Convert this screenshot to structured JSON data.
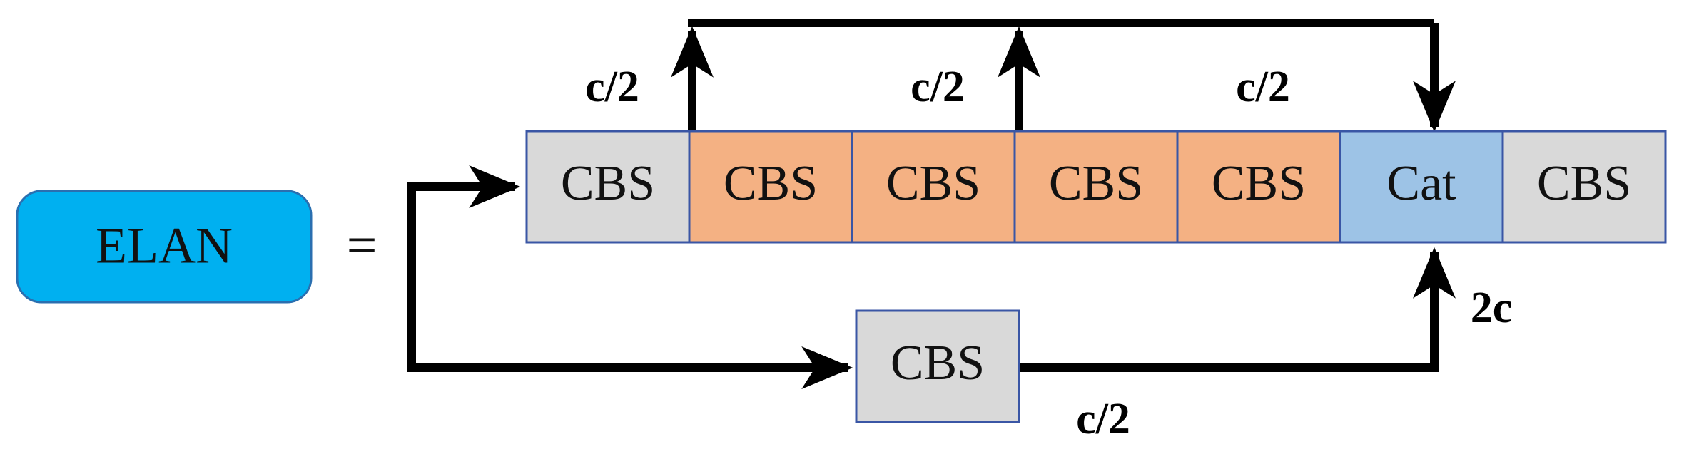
{
  "module": {
    "name": "ELAN",
    "equals": "=",
    "color": "#00b0f0"
  },
  "colors": {
    "gray_block": "#d9d9d9",
    "orange_block": "#f4b183",
    "blue_block": "#9dc3e6",
    "block_border": "#3a56a5",
    "arrow": "#000000"
  },
  "main_row": [
    {
      "label": "CBS",
      "kind": "gray"
    },
    {
      "label": "CBS",
      "kind": "orange"
    },
    {
      "label": "CBS",
      "kind": "orange"
    },
    {
      "label": "CBS",
      "kind": "orange"
    },
    {
      "label": "CBS",
      "kind": "orange"
    },
    {
      "label": "Cat",
      "kind": "blue"
    },
    {
      "label": "CBS",
      "kind": "gray"
    }
  ],
  "side_branch": {
    "label": "CBS",
    "kind": "gray"
  },
  "channel_labels": {
    "tap_1": "c/2",
    "tap_2": "c/2",
    "tap_3": "c/2",
    "side_branch_out": "c/2",
    "cat_in": "2c"
  }
}
